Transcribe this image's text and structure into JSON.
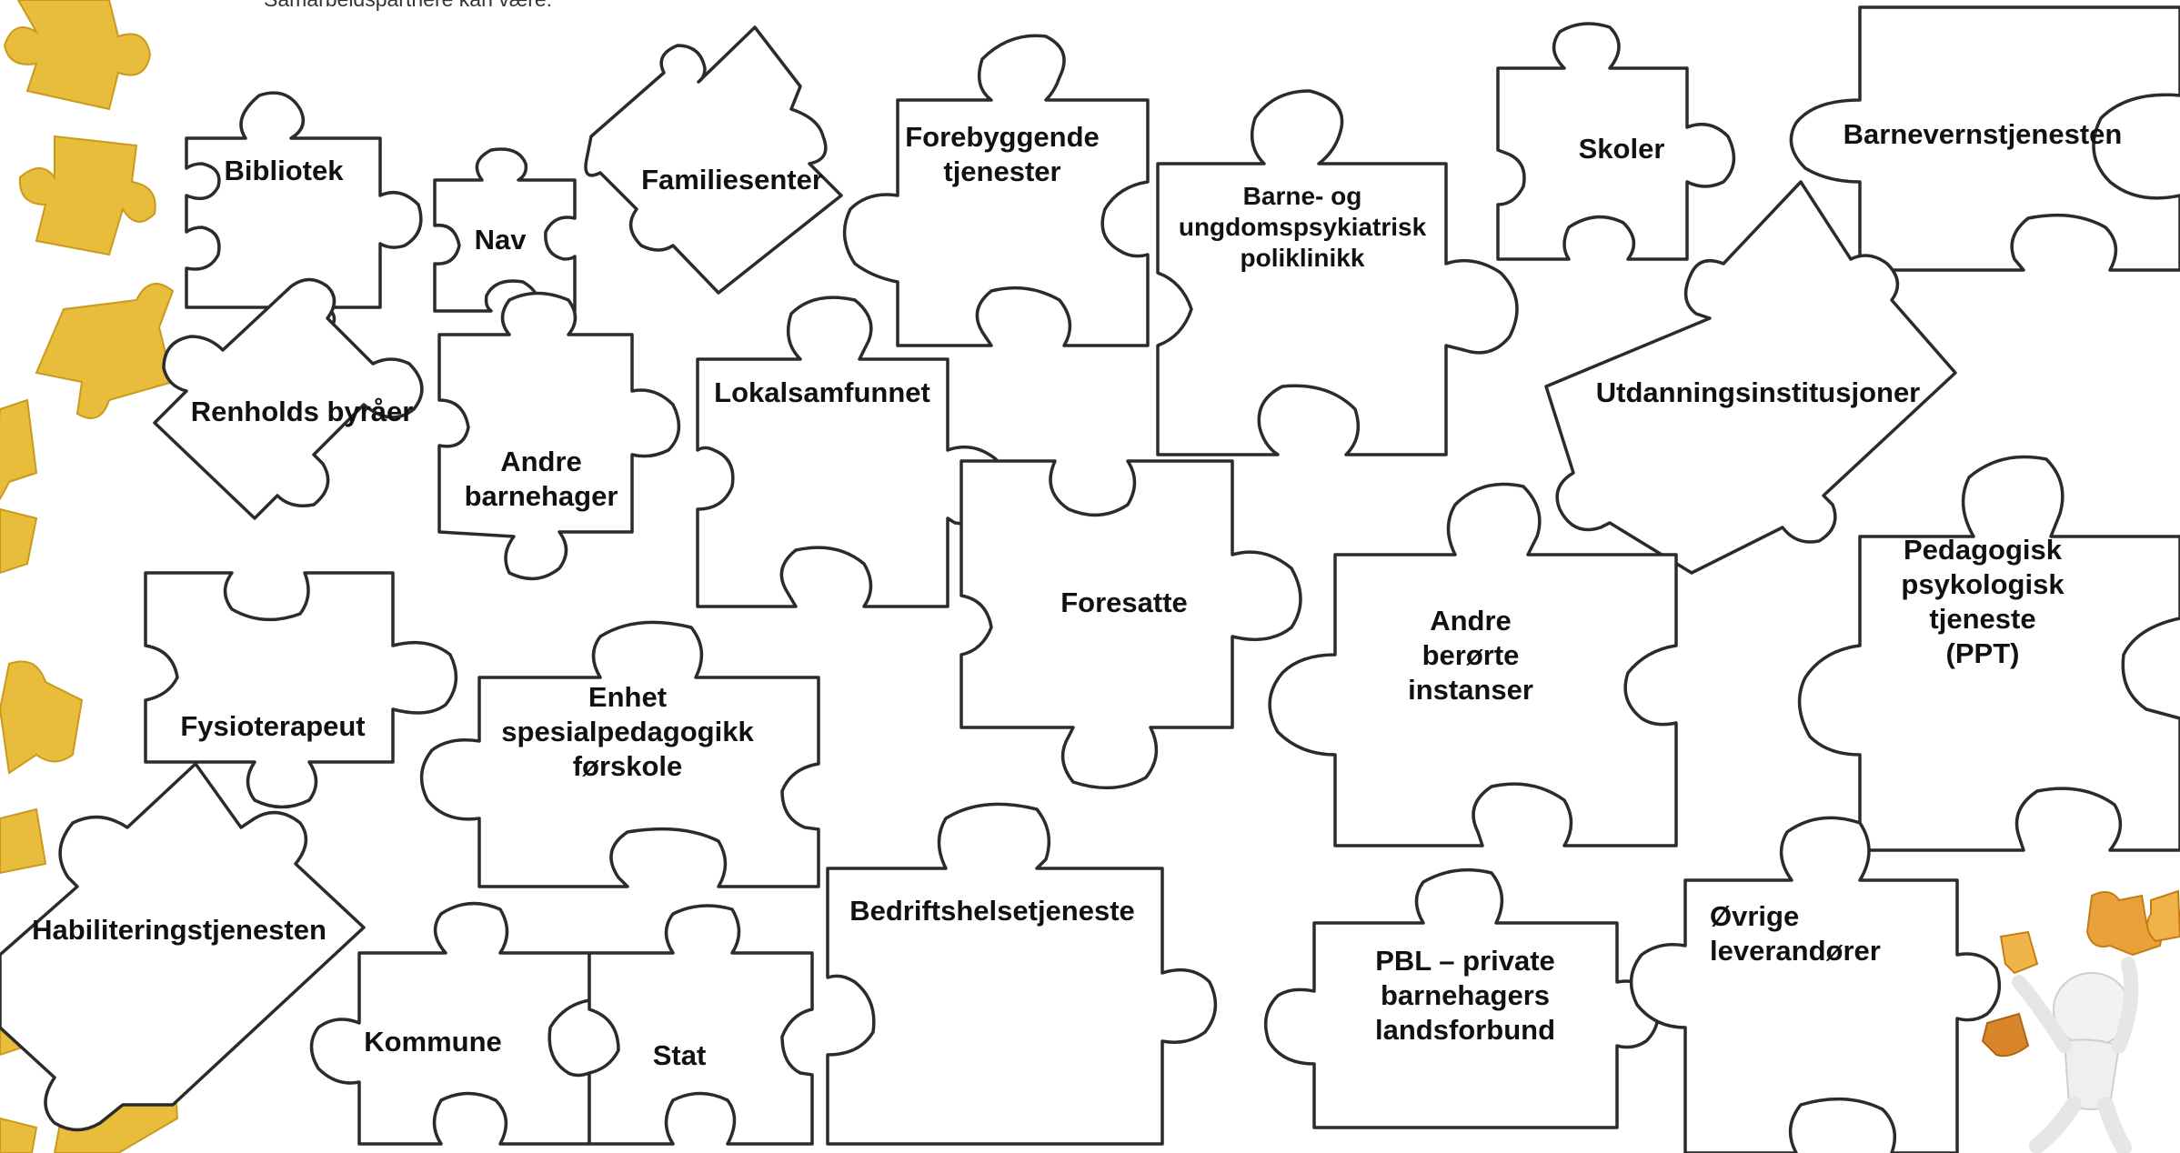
{
  "intro_text": "Samarbeidspartnere kan være:",
  "pieces": [
    {
      "id": "bibliotek",
      "label": "Bibliotek"
    },
    {
      "id": "nav",
      "label": "Nav"
    },
    {
      "id": "familiesenter",
      "label": "Familiesenter"
    },
    {
      "id": "forebyggende",
      "label": "Forebyggende\ntjenester"
    },
    {
      "id": "bup",
      "label": "Barne- og\nungdomspsykiatrisk\npoliklinikk"
    },
    {
      "id": "skoler",
      "label": "Skoler"
    },
    {
      "id": "barnevern",
      "label": "Barnevernstjenesten"
    },
    {
      "id": "renholds",
      "label": "Renholds byråer"
    },
    {
      "id": "andre-barnehager",
      "label": "Andre\nbarnehager"
    },
    {
      "id": "lokalsamfunnet",
      "label": "Lokalsamfunnet"
    },
    {
      "id": "utdanning",
      "label": "Utdanningsinstitusjoner"
    },
    {
      "id": "foresatte",
      "label": "Foresatte"
    },
    {
      "id": "andre-berorte",
      "label": "Andre\nberørte\ninstanser"
    },
    {
      "id": "ppt",
      "label": "Pedagogisk\npsykologisk tjeneste\n(PPT)"
    },
    {
      "id": "fysioterapeut",
      "label": "Fysioterapeut"
    },
    {
      "id": "enhet",
      "label": "Enhet\nspesialpedagogikk\nførskole"
    },
    {
      "id": "habilitering",
      "label": "Habiliteringstjenesten"
    },
    {
      "id": "kommune",
      "label": "Kommune"
    },
    {
      "id": "stat",
      "label": "Stat"
    },
    {
      "id": "bedrift",
      "label": "Bedriftshelsetjeneste"
    },
    {
      "id": "pbl",
      "label": "PBL – private\nbarnehagers\nlandsforbund"
    },
    {
      "id": "ovrige",
      "label": "Øvrige\nleverandører"
    }
  ],
  "colors": {
    "piece_fill": "#ffffff",
    "piece_stroke": "#2b2b2b",
    "decor_gold": "#e7bd3b",
    "decor_orange": "#f0a830"
  }
}
